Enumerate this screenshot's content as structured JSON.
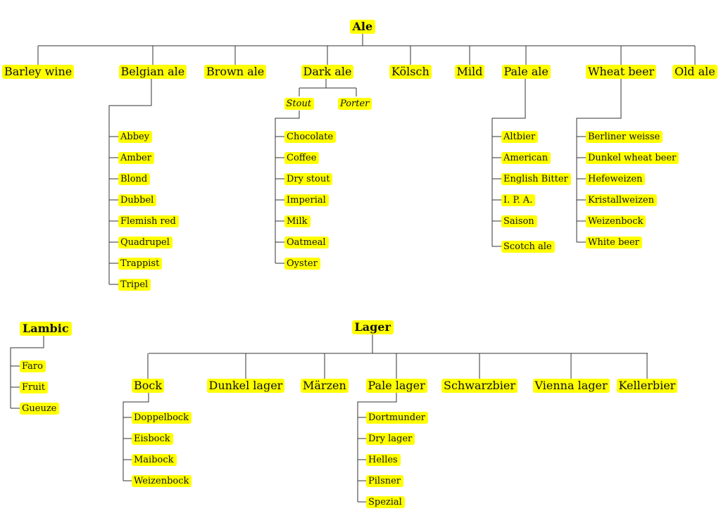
{
  "ale": {
    "root": "Ale",
    "children": [
      "Barley wine",
      "Belgian ale",
      "Brown ale",
      "Dark ale",
      "Kölsch",
      "Mild",
      "Pale ale",
      "Wheat beer",
      "Old ale"
    ],
    "belgian": [
      "Abbey",
      "Amber",
      "Blond",
      "Dubbel",
      "Flemish red",
      "Quadrupel",
      "Trappist",
      "Tripel"
    ],
    "dark": [
      "Stout",
      "Porter"
    ],
    "stout": [
      "Chocolate",
      "Coffee",
      "Dry stout",
      "Imperial",
      "Milk",
      "Oatmeal",
      "Oyster"
    ],
    "pale": [
      "Altbier",
      "American",
      "English Bitter",
      "I. P. A.",
      "Saison",
      "Scotch ale"
    ],
    "wheat": [
      "Berliner weisse",
      "Dunkel wheat beer",
      "Hefeweizen",
      "Kristallweizen",
      "Weizenbock",
      "White beer"
    ]
  },
  "lambic": {
    "root": "Lambic",
    "children": [
      "Faro",
      "Fruit",
      "Gueuze"
    ]
  },
  "lager": {
    "root": "Lager",
    "children": [
      "Bock",
      "Dunkel lager",
      "Märzen",
      "Pale lager",
      "Schwarzbier",
      "Vienna lager",
      "Kellerbier"
    ],
    "bock": [
      "Doppelbock",
      "Eisbock",
      "Maibock",
      "Weizenbock"
    ],
    "pale": [
      "Dortmunder",
      "Dry lager",
      "Helles",
      "Pilsner",
      "Spezial"
    ]
  },
  "colors": {
    "node_fill": "#ffff00",
    "line": "#333333"
  }
}
